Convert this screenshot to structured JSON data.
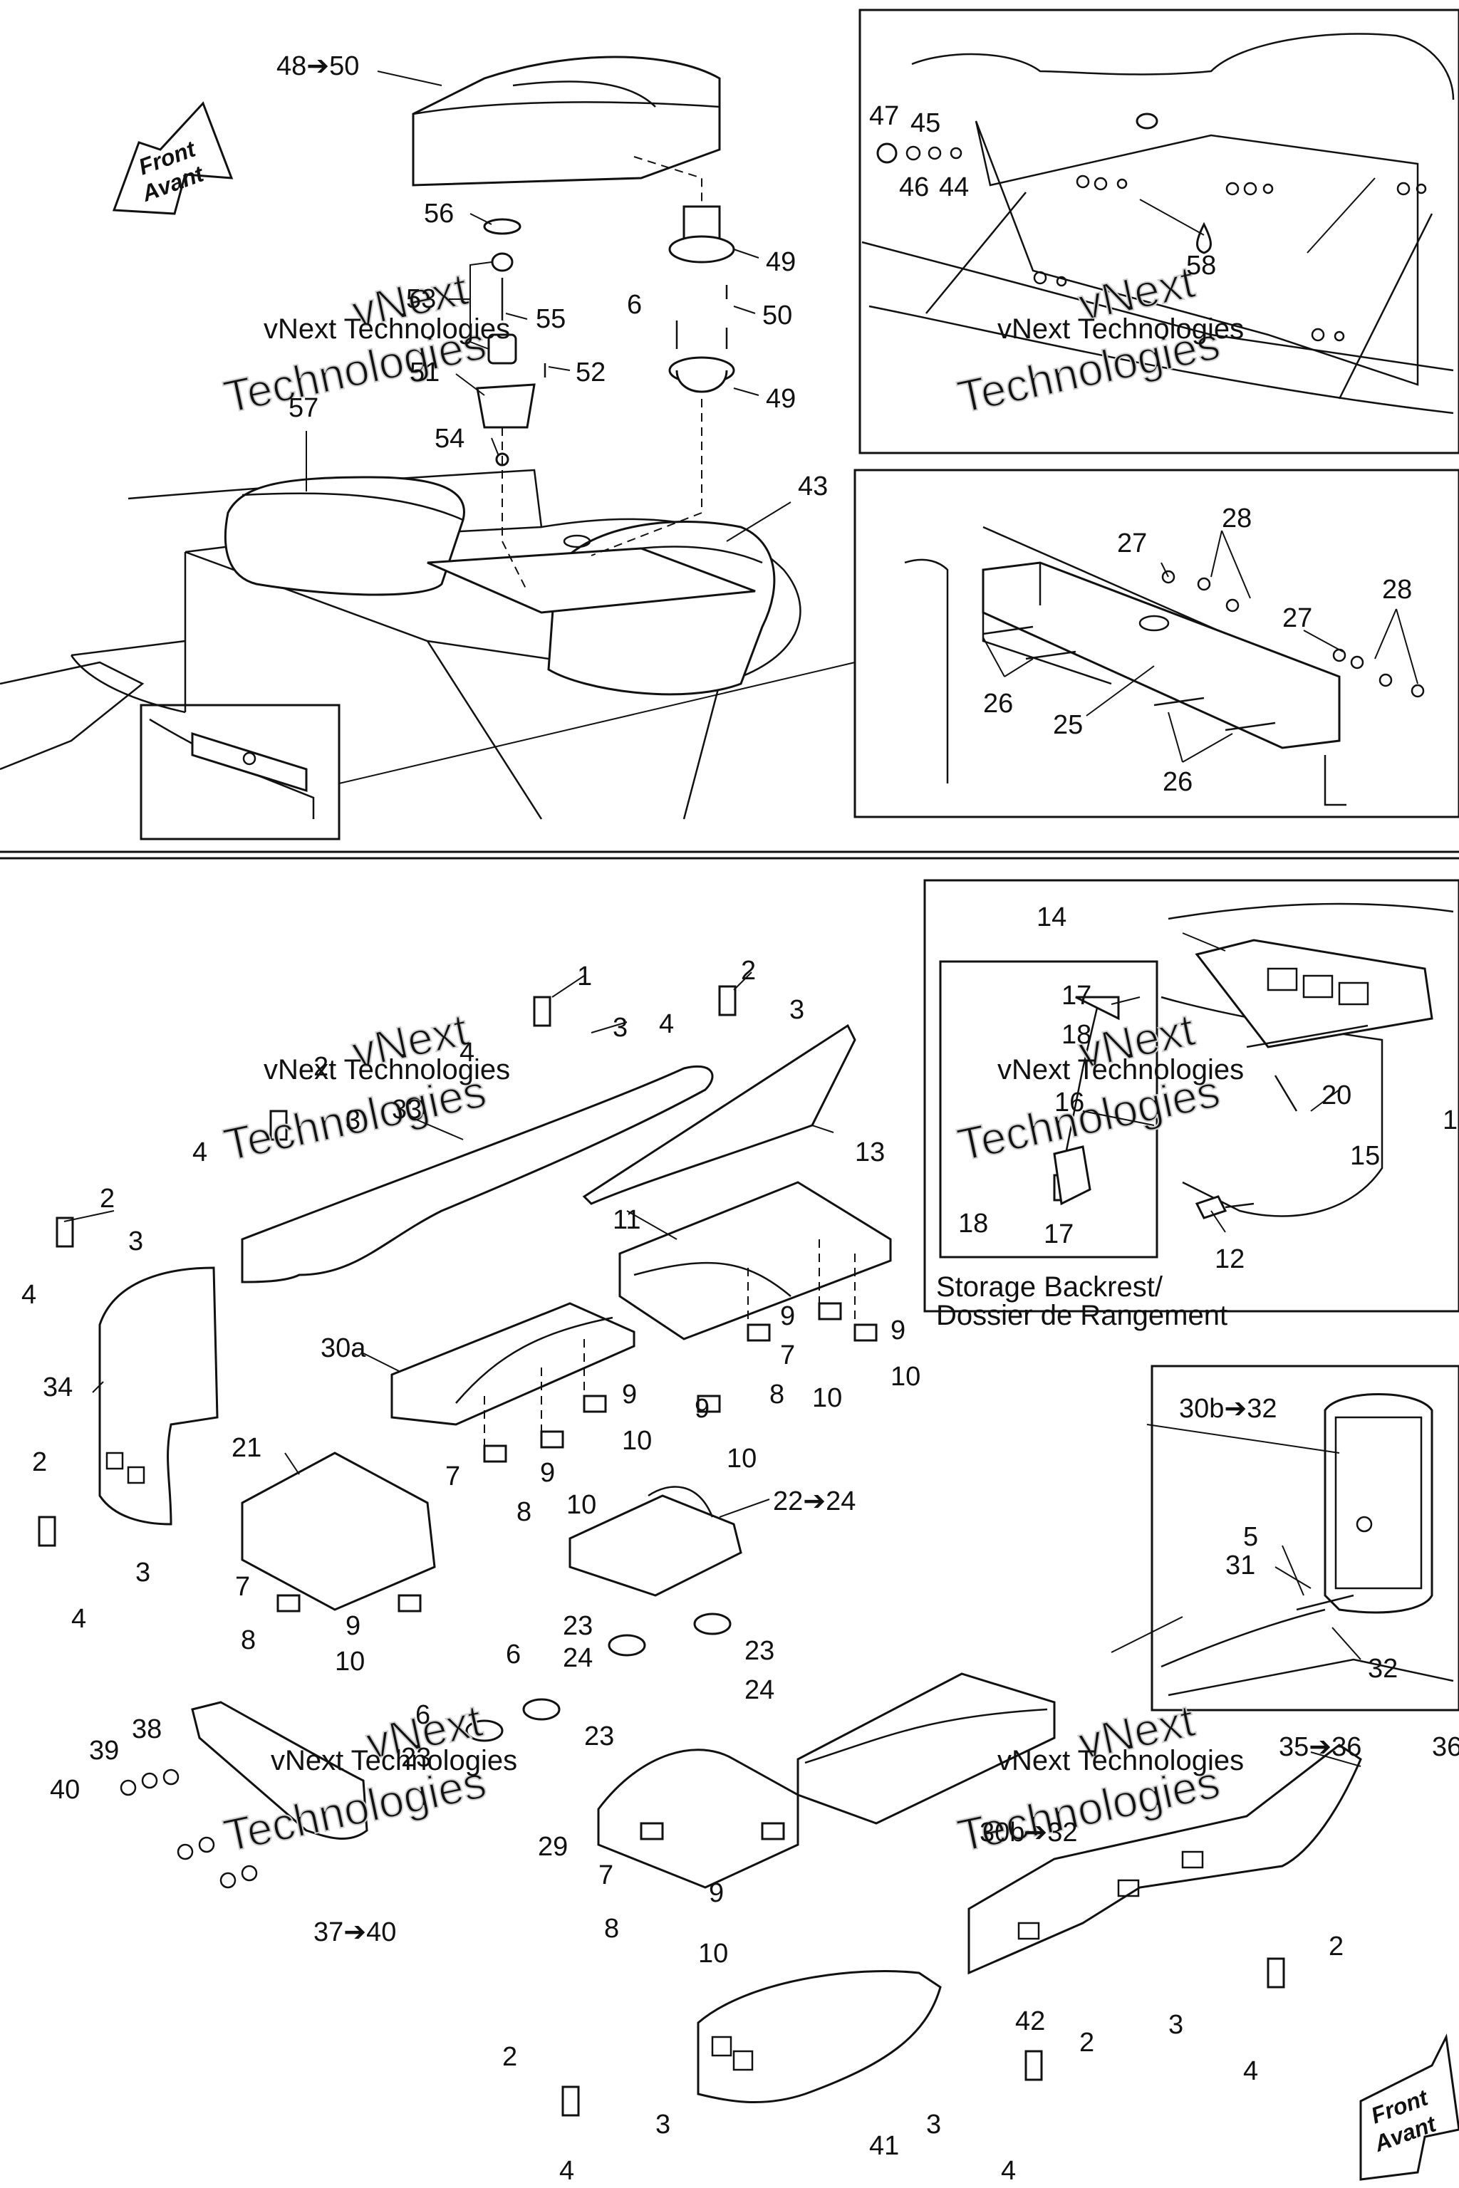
{
  "watermark": {
    "line1": "vNext",
    "line2": "Technologies",
    "line3": "vNext Technologies"
  },
  "front_arrows": [
    {
      "id": "top",
      "line1": "Front",
      "line2": "Avant"
    },
    {
      "id": "bottom",
      "line1": "Front",
      "line2": "Avant"
    }
  ],
  "storage_caption": {
    "line1": "Storage Backrest/",
    "line2": "Dossier de Rangement"
  },
  "callouts": [
    {
      "id": "c48_50",
      "text": "48➔50"
    },
    {
      "id": "c56",
      "text": "56"
    },
    {
      "id": "c53",
      "text": "53"
    },
    {
      "id": "c55",
      "text": "55"
    },
    {
      "id": "c51",
      "text": "51"
    },
    {
      "id": "c52",
      "text": "52"
    },
    {
      "id": "c54",
      "text": "54"
    },
    {
      "id": "c49a",
      "text": "49"
    },
    {
      "id": "c6a",
      "text": "6"
    },
    {
      "id": "c50",
      "text": "50"
    },
    {
      "id": "c49b",
      "text": "49"
    },
    {
      "id": "c57",
      "text": "57"
    },
    {
      "id": "c43",
      "text": "43"
    },
    {
      "id": "c47",
      "text": "47"
    },
    {
      "id": "c45",
      "text": "45"
    },
    {
      "id": "c46",
      "text": "46"
    },
    {
      "id": "c44",
      "text": "44"
    },
    {
      "id": "c58",
      "text": "58"
    },
    {
      "id": "c27a",
      "text": "27"
    },
    {
      "id": "c28a",
      "text": "28"
    },
    {
      "id": "c27b",
      "text": "27"
    },
    {
      "id": "c28b",
      "text": "28"
    },
    {
      "id": "c26a",
      "text": "26"
    },
    {
      "id": "c25",
      "text": "25"
    },
    {
      "id": "c26b",
      "text": "26"
    },
    {
      "id": "c1",
      "text": "1"
    },
    {
      "id": "c2a",
      "text": "2"
    },
    {
      "id": "c3a",
      "text": "3"
    },
    {
      "id": "c4a",
      "text": "4"
    },
    {
      "id": "c3b",
      "text": "3"
    },
    {
      "id": "c4b",
      "text": "4"
    },
    {
      "id": "c2b",
      "text": "2"
    },
    {
      "id": "c33",
      "text": "33"
    },
    {
      "id": "c3c",
      "text": "3"
    },
    {
      "id": "c4c",
      "text": "4"
    },
    {
      "id": "c13",
      "text": "13"
    },
    {
      "id": "c2c",
      "text": "2"
    },
    {
      "id": "c3d",
      "text": "3"
    },
    {
      "id": "c4d",
      "text": "4"
    },
    {
      "id": "c11",
      "text": "11"
    },
    {
      "id": "c34",
      "text": "34"
    },
    {
      "id": "c30a",
      "text": "30a"
    },
    {
      "id": "c9a",
      "text": "9"
    },
    {
      "id": "c9b",
      "text": "9"
    },
    {
      "id": "c7a",
      "text": "7"
    },
    {
      "id": "c8a",
      "text": "8"
    },
    {
      "id": "c10a",
      "text": "10"
    },
    {
      "id": "c9c",
      "text": "9"
    },
    {
      "id": "c10b",
      "text": "10"
    },
    {
      "id": "c9d",
      "text": "9"
    },
    {
      "id": "c10c",
      "text": "10"
    },
    {
      "id": "c10d",
      "text": "10"
    },
    {
      "id": "c7b",
      "text": "7"
    },
    {
      "id": "c8b",
      "text": "8"
    },
    {
      "id": "c9e",
      "text": "9"
    },
    {
      "id": "c10e",
      "text": "10"
    },
    {
      "id": "c2d",
      "text": "2"
    },
    {
      "id": "c21",
      "text": "21"
    },
    {
      "id": "c22_24",
      "text": "22➔24"
    },
    {
      "id": "c3e",
      "text": "3"
    },
    {
      "id": "c4e",
      "text": "4"
    },
    {
      "id": "c7c",
      "text": "7"
    },
    {
      "id": "c8c",
      "text": "8"
    },
    {
      "id": "c9f",
      "text": "9"
    },
    {
      "id": "c10f",
      "text": "10"
    },
    {
      "id": "c23a",
      "text": "23"
    },
    {
      "id": "c24a",
      "text": "24"
    },
    {
      "id": "c23b",
      "text": "23"
    },
    {
      "id": "c24b",
      "text": "24"
    },
    {
      "id": "c6b",
      "text": "6"
    },
    {
      "id": "c6c",
      "text": "6"
    },
    {
      "id": "c23c",
      "text": "23"
    },
    {
      "id": "c23d",
      "text": "23"
    },
    {
      "id": "c39",
      "text": "39"
    },
    {
      "id": "c38",
      "text": "38"
    },
    {
      "id": "c40",
      "text": "40"
    },
    {
      "id": "c37_40",
      "text": "37➔40"
    },
    {
      "id": "c29",
      "text": "29"
    },
    {
      "id": "c7d",
      "text": "7"
    },
    {
      "id": "c8d",
      "text": "8"
    },
    {
      "id": "c9g",
      "text": "9"
    },
    {
      "id": "c10g",
      "text": "10"
    },
    {
      "id": "c30b_32a",
      "text": "30b➔32"
    },
    {
      "id": "c35_36",
      "text": "35➔36"
    },
    {
      "id": "c36",
      "text": "36"
    },
    {
      "id": "c42",
      "text": "42"
    },
    {
      "id": "c2e",
      "text": "2"
    },
    {
      "id": "c3f",
      "text": "3"
    },
    {
      "id": "c4f",
      "text": "4"
    },
    {
      "id": "c2f",
      "text": "2"
    },
    {
      "id": "c3g",
      "text": "3"
    },
    {
      "id": "c4g",
      "text": "4"
    },
    {
      "id": "c41",
      "text": "41"
    },
    {
      "id": "c2g",
      "text": "2"
    },
    {
      "id": "c3h",
      "text": "3"
    },
    {
      "id": "c4h",
      "text": "4"
    },
    {
      "id": "c14",
      "text": "14"
    },
    {
      "id": "c17a",
      "text": "17"
    },
    {
      "id": "c18a",
      "text": "18"
    },
    {
      "id": "c20",
      "text": "20"
    },
    {
      "id": "c16",
      "text": "16"
    },
    {
      "id": "c15",
      "text": "15"
    },
    {
      "id": "c1b",
      "text": "1"
    },
    {
      "id": "c18b",
      "text": "18"
    },
    {
      "id": "c17b",
      "text": "17"
    },
    {
      "id": "c12",
      "text": "12"
    },
    {
      "id": "c30b_32b",
      "text": "30b➔32"
    },
    {
      "id": "c5",
      "text": "5"
    },
    {
      "id": "c31",
      "text": "31"
    },
    {
      "id": "c32",
      "text": "32"
    }
  ]
}
